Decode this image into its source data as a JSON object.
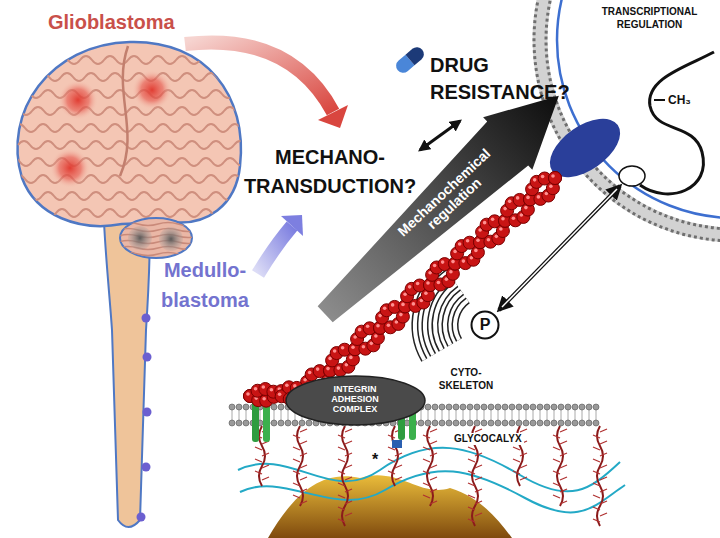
{
  "diagram": {
    "nodes": [
      {
        "text": [
          "Mechanochemical regulation"
        ]
      },
      {
        "text": [
          "P"
        ]
      },
      {
        "text": [
          "INTEGRIN ADHESION COMPLEX"
        ]
      }
    ],
    "labels": [
      "Glioblastoma",
      "Medullo- blastoma",
      "DRUG RESISTANCE?",
      "MECHANO- TRANSDUCTION?",
      "TRANSCRIPTIONAL REGULATION",
      "CH₃",
      "CYTO- SKELETON",
      "GLYCOCALYX",
      "*"
    ]
  }
}
